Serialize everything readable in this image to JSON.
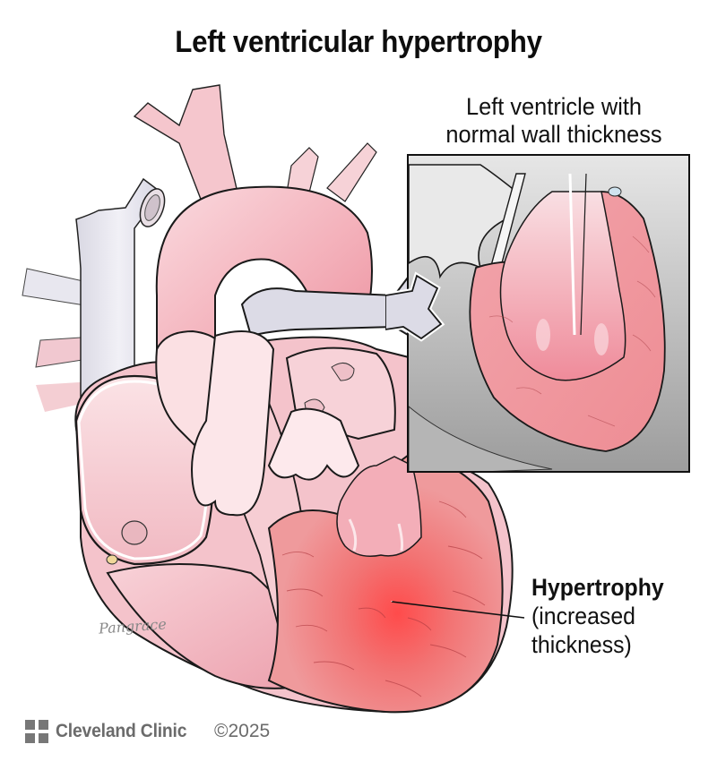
{
  "title": "Left ventricular hypertrophy",
  "inset": {
    "label_line1": "Left ventricle with",
    "label_line2": "normal wall thickness"
  },
  "callout": {
    "heading": "Hypertrophy",
    "line1": "(increased",
    "line2": "thickness)"
  },
  "signature": "Pangrace",
  "footer": {
    "brand": "Cleveland Clinic",
    "copyright": "©2025"
  },
  "colors": {
    "artery_pink": "#f2b7c0",
    "vein_lavender": "#e4e3ec",
    "myocardium": "#ee8f92",
    "hypertrophy_red": "#f35a5a",
    "chamber_pink": "#f6cdd3",
    "inset_gray": "#c9c9c9",
    "outline": "#1a1a1a",
    "footer_gray": "#6b6b6b"
  }
}
